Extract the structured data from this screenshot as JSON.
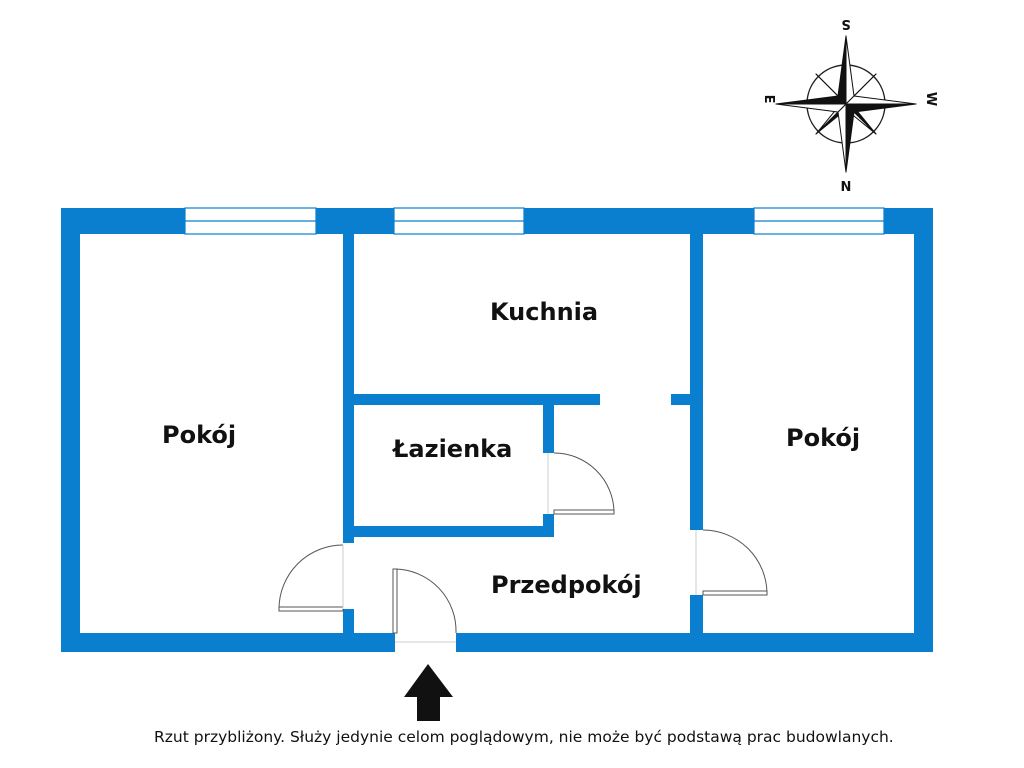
{
  "colors": {
    "wall": "#0a7fcf",
    "door": "#555555",
    "text": "#111111"
  },
  "rooms": {
    "room_left": "Pokój",
    "kitchen": "Kuchnia",
    "bathroom": "Łazienka",
    "room_right": "Pokój",
    "hallway": "Przedpokój"
  },
  "compass": {
    "top": "S",
    "bottom": "N",
    "left": "E",
    "right": "W"
  },
  "disclaimer": "Rzut przybliżony. Służy jedynie celom poglądowym, nie może być podstawą prac budowlanych.",
  "icons": {
    "entrance": "entrance-arrow-icon",
    "compass": "compass-rose-icon"
  }
}
